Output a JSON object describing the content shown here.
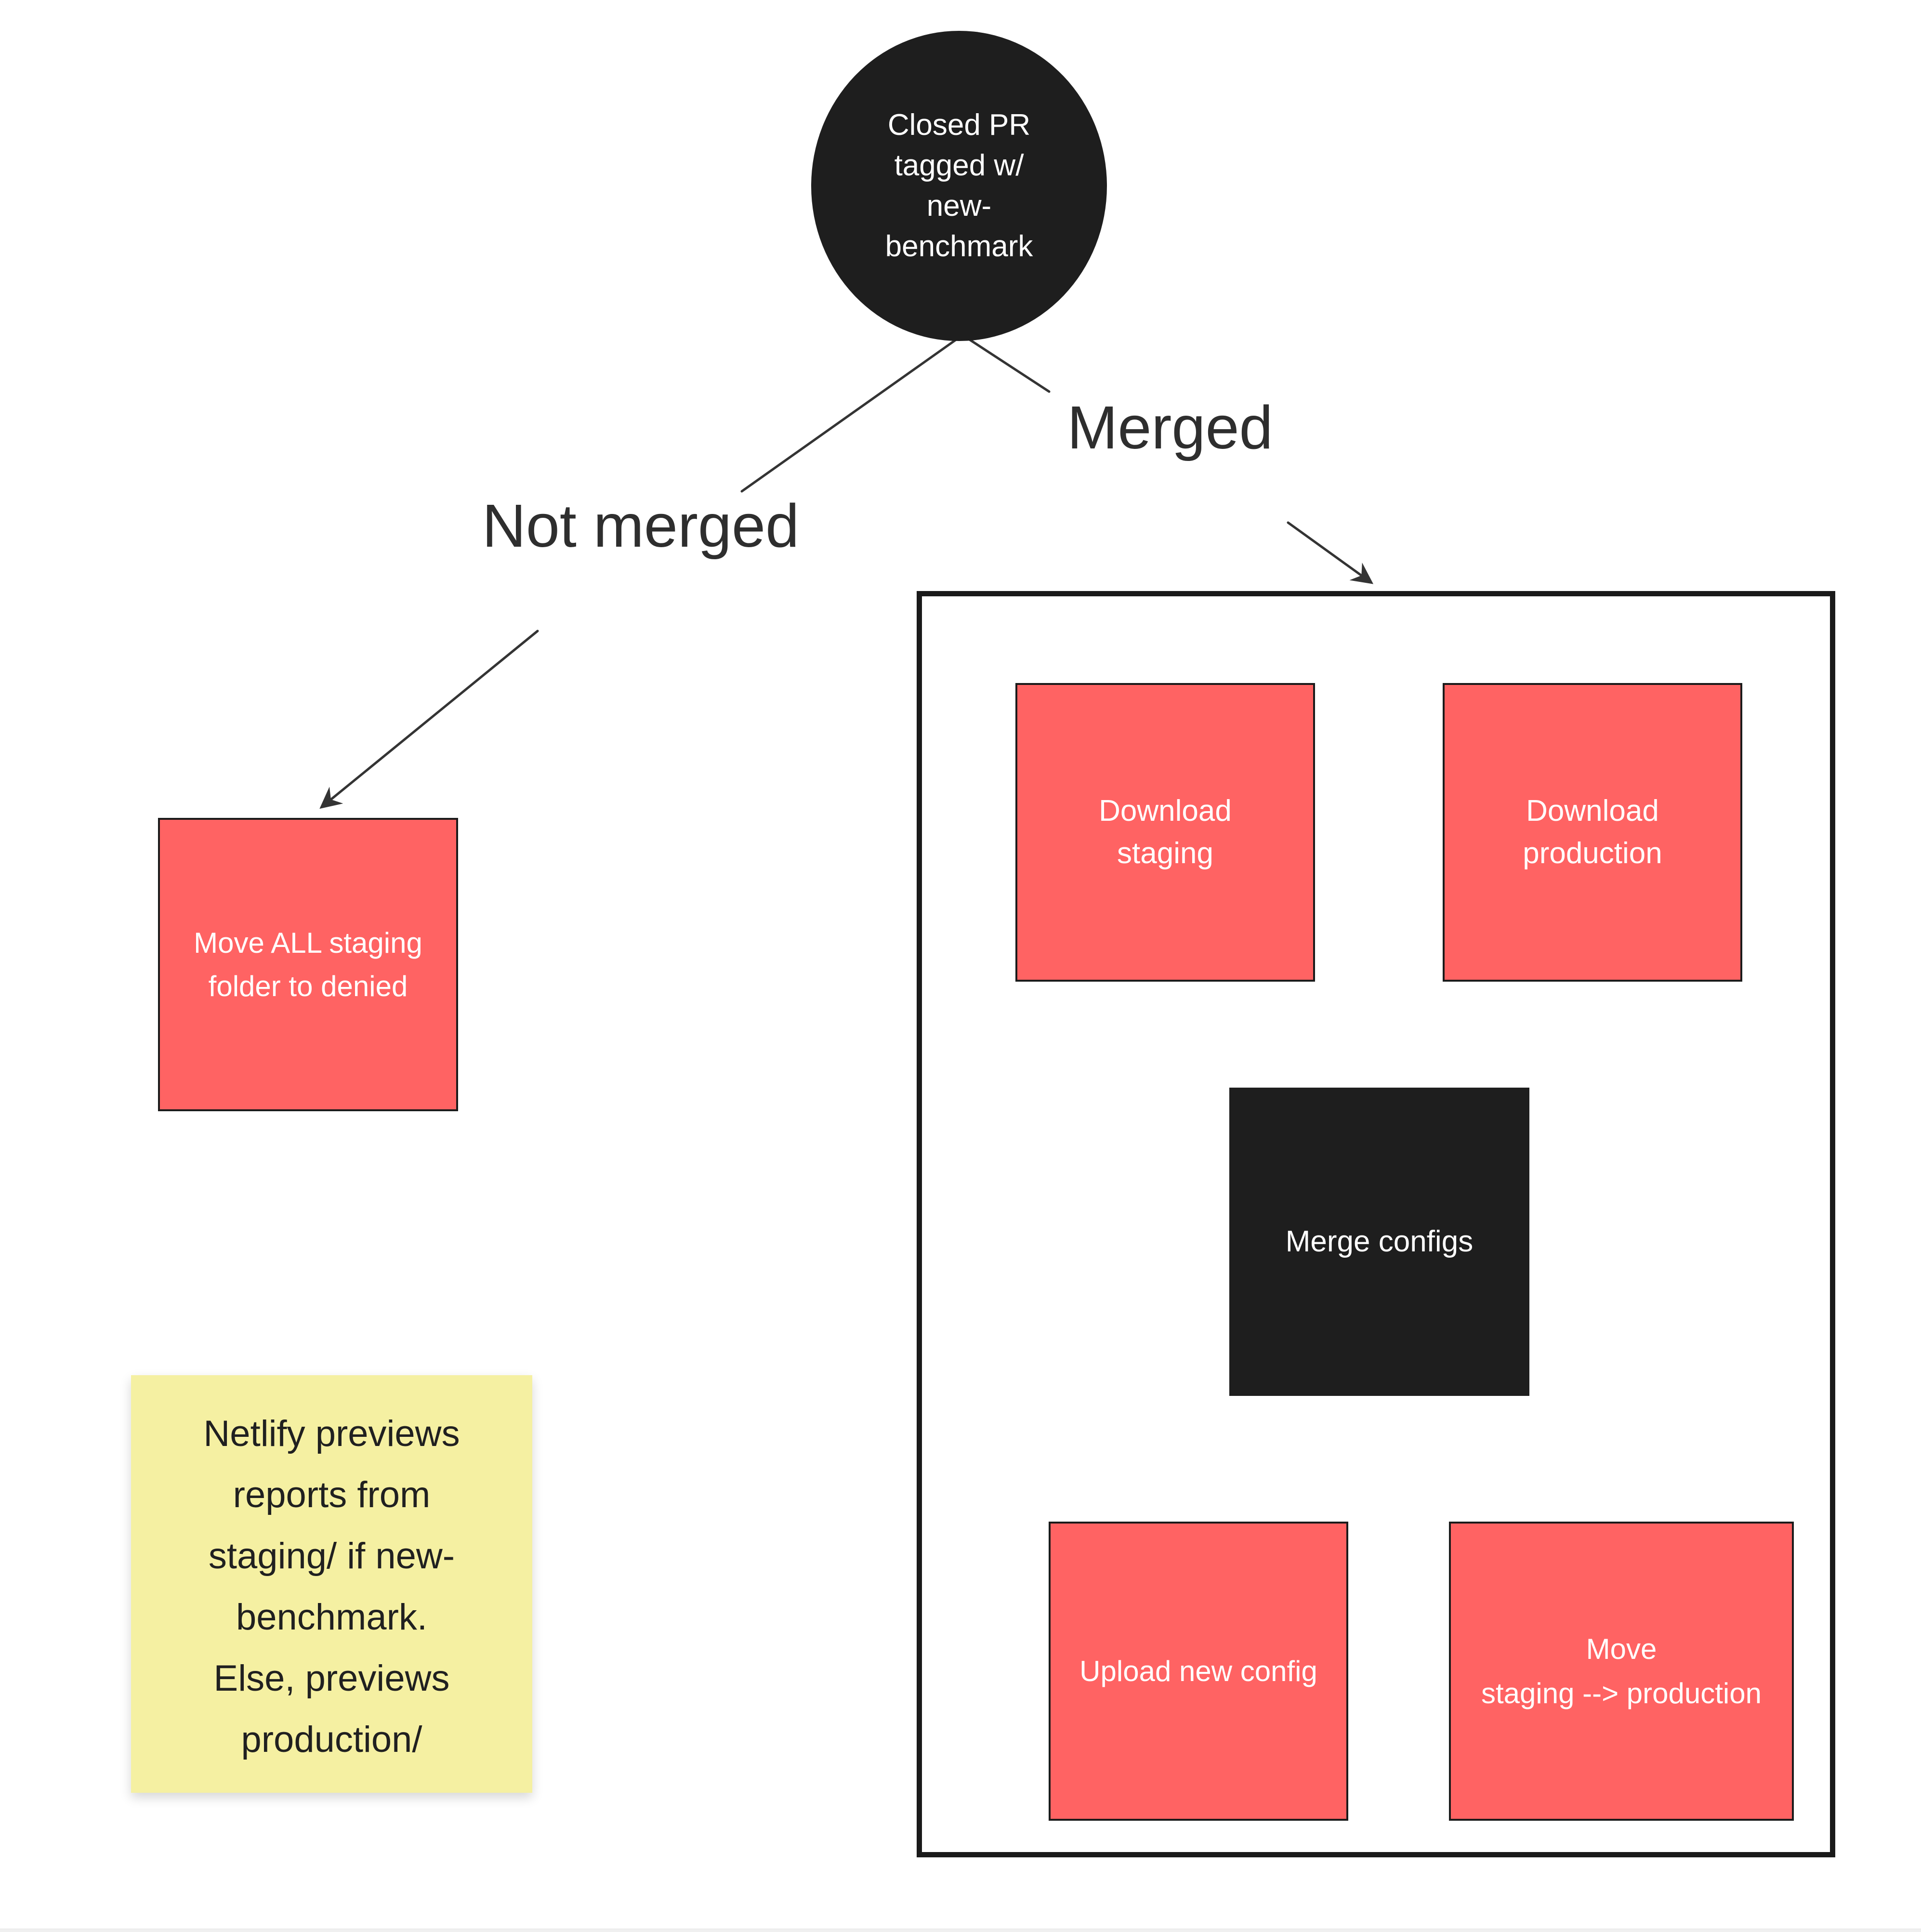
{
  "diagram": {
    "root_node": {
      "label_lines": [
        "Closed PR",
        "tagged w/",
        "new-",
        "benchmark"
      ]
    },
    "branches": {
      "left_label": "Not merged",
      "right_label": "Merged"
    },
    "not_merged_action": {
      "label_lines": [
        "Move ALL staging",
        "folder to denied"
      ]
    },
    "sticky_note": {
      "text_lines": [
        "Netlify previews",
        "reports from",
        "staging/ if new-",
        "benchmark.",
        "Else, previews",
        "production/"
      ]
    },
    "merged_flow": {
      "download_staging": {
        "label_lines": [
          "Download",
          "staging"
        ]
      },
      "download_production": {
        "label_lines": [
          "Download",
          "production"
        ]
      },
      "merge_configs": {
        "label": "Merge configs"
      },
      "upload_new_config": {
        "label": "Upload new config"
      },
      "move_staging_production": {
        "label_lines": [
          "Move",
          "staging --> production"
        ]
      }
    },
    "colors": {
      "node_red": "#ff6363",
      "node_black": "#1e1e1e",
      "note_yellow": "#f5f0a2",
      "connector_line": "#343434",
      "label_text": "#2e2e2e"
    }
  }
}
